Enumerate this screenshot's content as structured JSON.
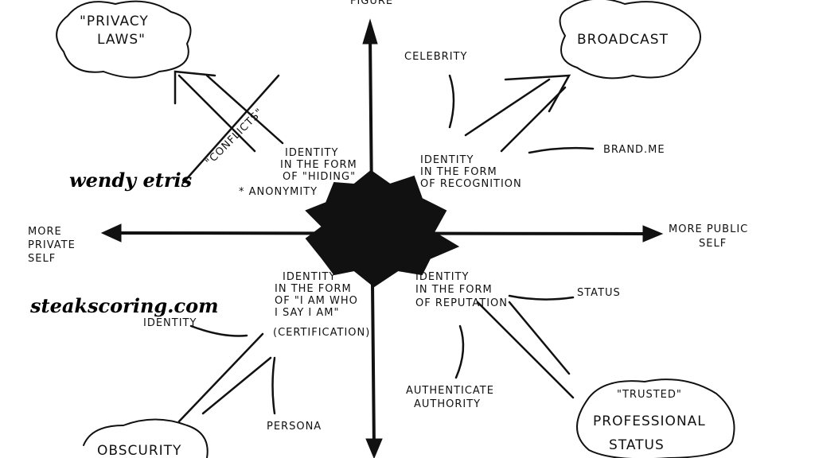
{
  "axes": {
    "top": "FIGURE",
    "left": [
      "MORE",
      "PRIVATE",
      "SELF"
    ],
    "right": [
      "MORE PUBLIC",
      "SELF"
    ]
  },
  "clouds": {
    "privacy": [
      "\"PRIVACY",
      "LAWS\""
    ],
    "broadcast": "BROADCAST",
    "obscurity": "OBSCURITY",
    "trusted": "\"TRUSTED\"",
    "professional": [
      "PROFESSIONAL",
      "STATUS"
    ]
  },
  "quadrants": {
    "hiding": [
      "IDENTITY",
      "IN THE FORM",
      "OF \"HIDING\""
    ],
    "recognition": [
      "IDENTITY",
      "IN THE FORM",
      "OF RECOGNITION"
    ],
    "certification": [
      "IDENTITY",
      "IN THE FORM",
      "OF \"I AM WHO",
      "I SAY I AM\"",
      "(CERTIFICATION)"
    ],
    "reputation": [
      "IDENTITY",
      "IN THE FORM",
      "OF REPUTATION"
    ]
  },
  "labels": {
    "conflicts": "\"CONFLICTS\"",
    "anonymity": "* ANONYMITY",
    "celebrity": "CELEBRITY",
    "brandme": "BRAND.ME",
    "status": "STATUS",
    "authenticate": [
      "AUTHENTICATE",
      "AUTHORITY"
    ],
    "persona": "PERSONA",
    "identity_partial": "IDENTITY"
  },
  "watermarks": {
    "name": "wendy etris",
    "site": "steakscoring.com"
  }
}
